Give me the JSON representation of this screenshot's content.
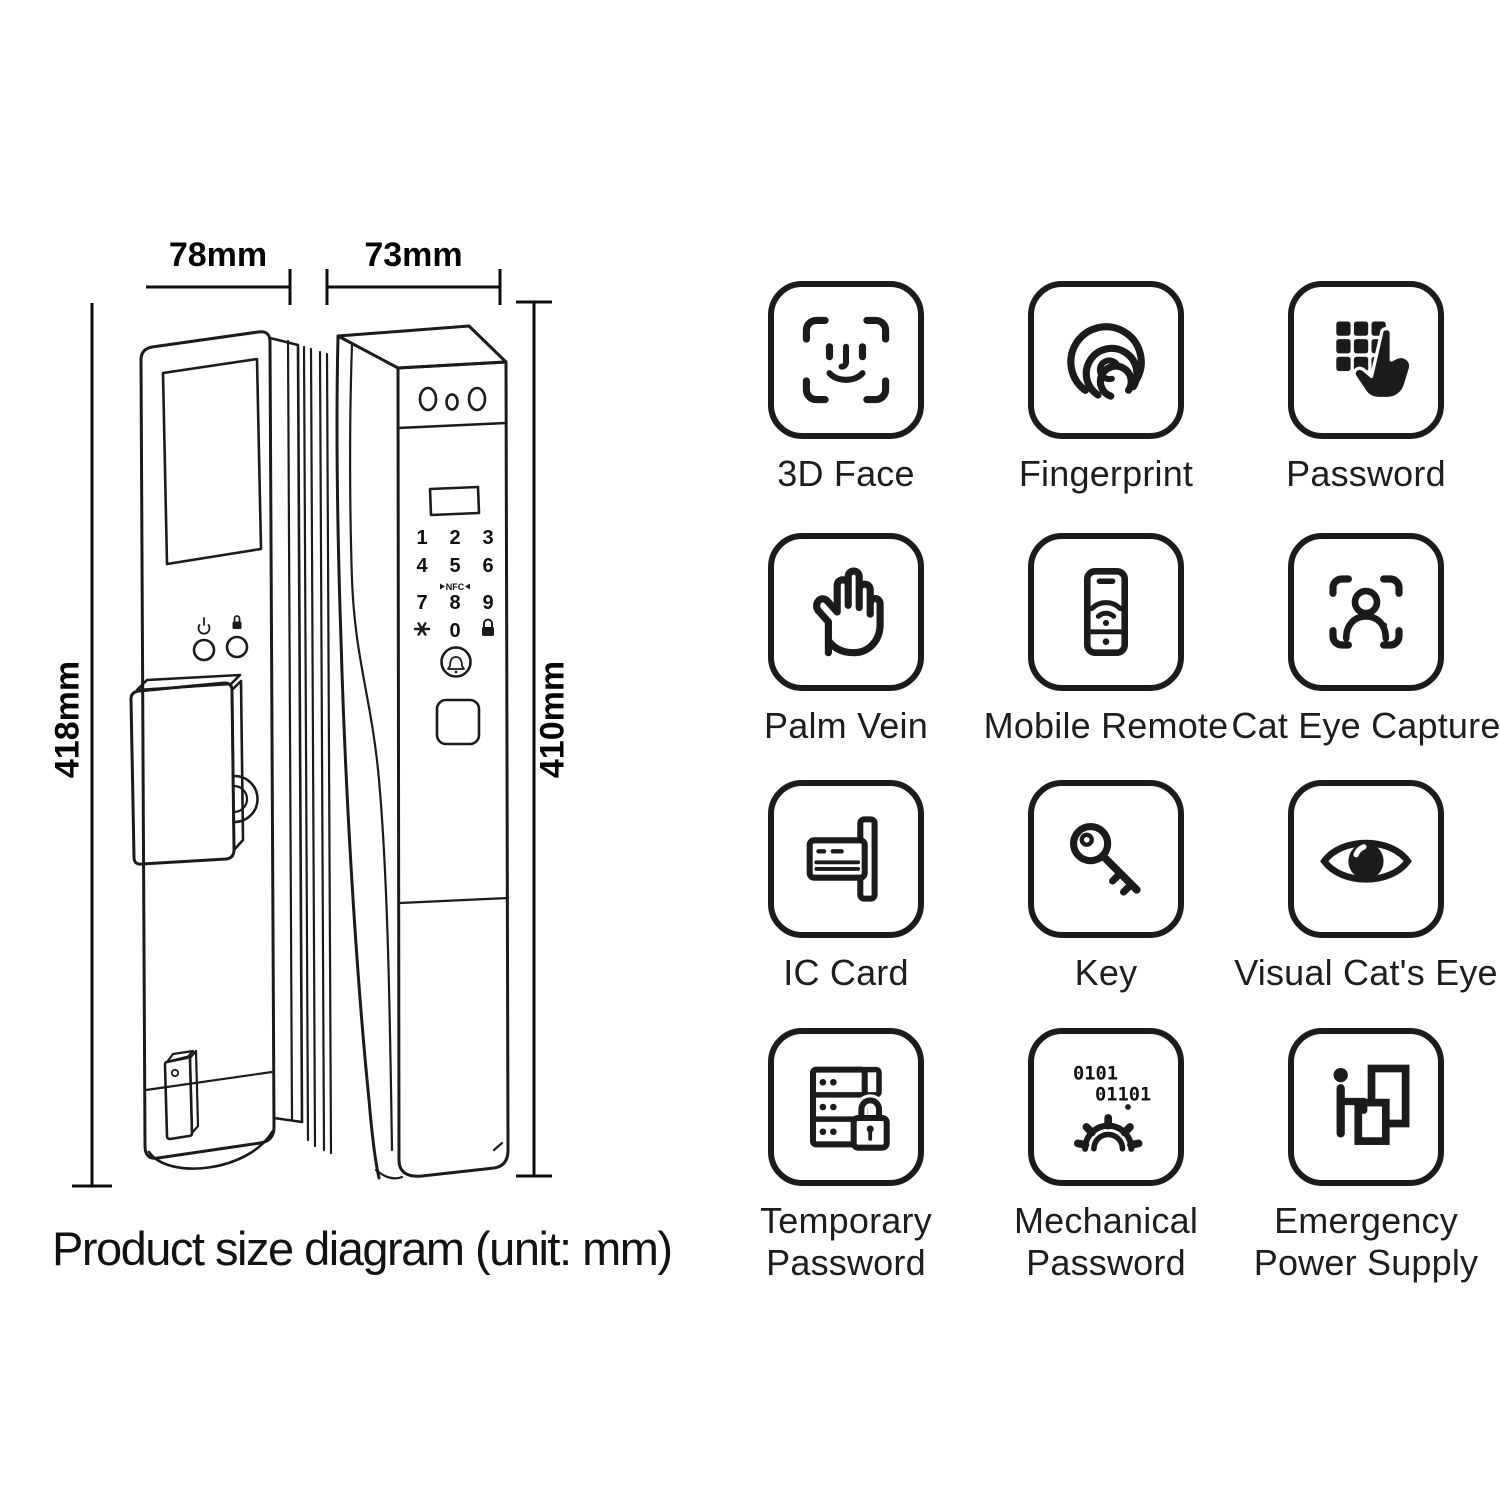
{
  "drawing": {
    "caption": "Product size diagram (unit: mm)",
    "dimensions": {
      "front_width": "78mm",
      "side_width": "73mm",
      "front_height": "418mm",
      "side_height": "410mm"
    },
    "keypad": {
      "keys": [
        "1",
        "2",
        "3",
        "4",
        "5",
        "6",
        "7",
        "8",
        "9"
      ],
      "zero": "0",
      "star": "*",
      "nfc": "NFC"
    }
  },
  "icons": {
    "binary": {
      "line1": "0101",
      "line2": "01101"
    }
  },
  "features": {
    "items": [
      {
        "label": "3D Face",
        "icon": "face-id-icon"
      },
      {
        "label": "Fingerprint",
        "icon": "fingerprint-icon"
      },
      {
        "label": "Password",
        "icon": "keypad-press-icon"
      },
      {
        "label": "Palm Vein",
        "icon": "palm-icon"
      },
      {
        "label": "Mobile Remote",
        "icon": "phone-remote-icon"
      },
      {
        "label": "Cat Eye Capture",
        "icon": "person-scan-icon"
      },
      {
        "label": "IC Card",
        "icon": "ic-card-icon"
      },
      {
        "label": "Key",
        "icon": "key-icon"
      },
      {
        "label": "Visual Cat's Eye",
        "icon": "eye-icon"
      },
      {
        "label": "Temporary Password",
        "icon": "server-lock-icon"
      },
      {
        "label": "Mechanical Password",
        "icon": "binary-gear-icon"
      },
      {
        "label": "Emergency Power Supply",
        "icon": "person-power-icon"
      }
    ]
  },
  "colors": {
    "line": "#1b1b1b",
    "text": "#141414"
  }
}
